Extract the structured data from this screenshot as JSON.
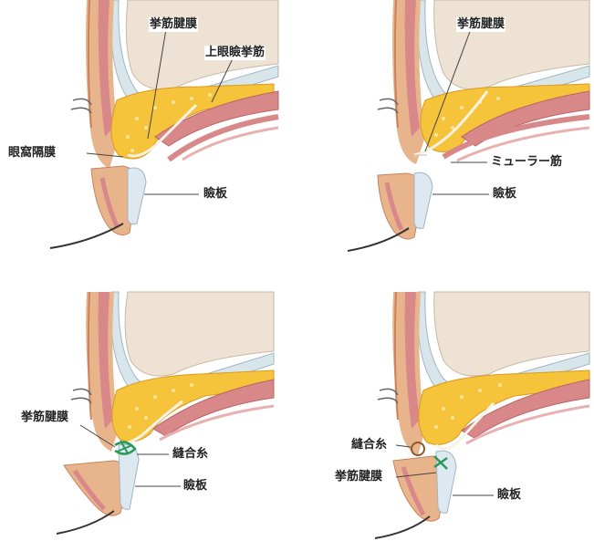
{
  "panels": [
    {
      "labels": {
        "aponeurosis": "挙筋腱膜",
        "levator_muscle": "上眼瞼挙筋",
        "orbital_septum": "眼窩隔膜",
        "tarsus": "瞼板"
      }
    },
    {
      "labels": {
        "aponeurosis": "挙筋腱膜",
        "muller_muscle": "ミューラー筋",
        "tarsus": "瞼板"
      }
    },
    {
      "labels": {
        "aponeurosis": "挙筋腱膜",
        "suture": "縫合糸",
        "tarsus": "瞼板"
      }
    },
    {
      "labels": {
        "suture": "縫合糸",
        "aponeurosis": "挙筋腱膜",
        "tarsus": "瞼板"
      }
    }
  ],
  "colors": {
    "skin": "#e8b48c",
    "skin_dark": "#c9825c",
    "muscle": "#d9888a",
    "fat": "#f5c43a",
    "bone": "#ede2d4",
    "periosteum": "#d8e6ec",
    "tarsus": "#dde8f0",
    "suture": "#2a9a5a"
  }
}
